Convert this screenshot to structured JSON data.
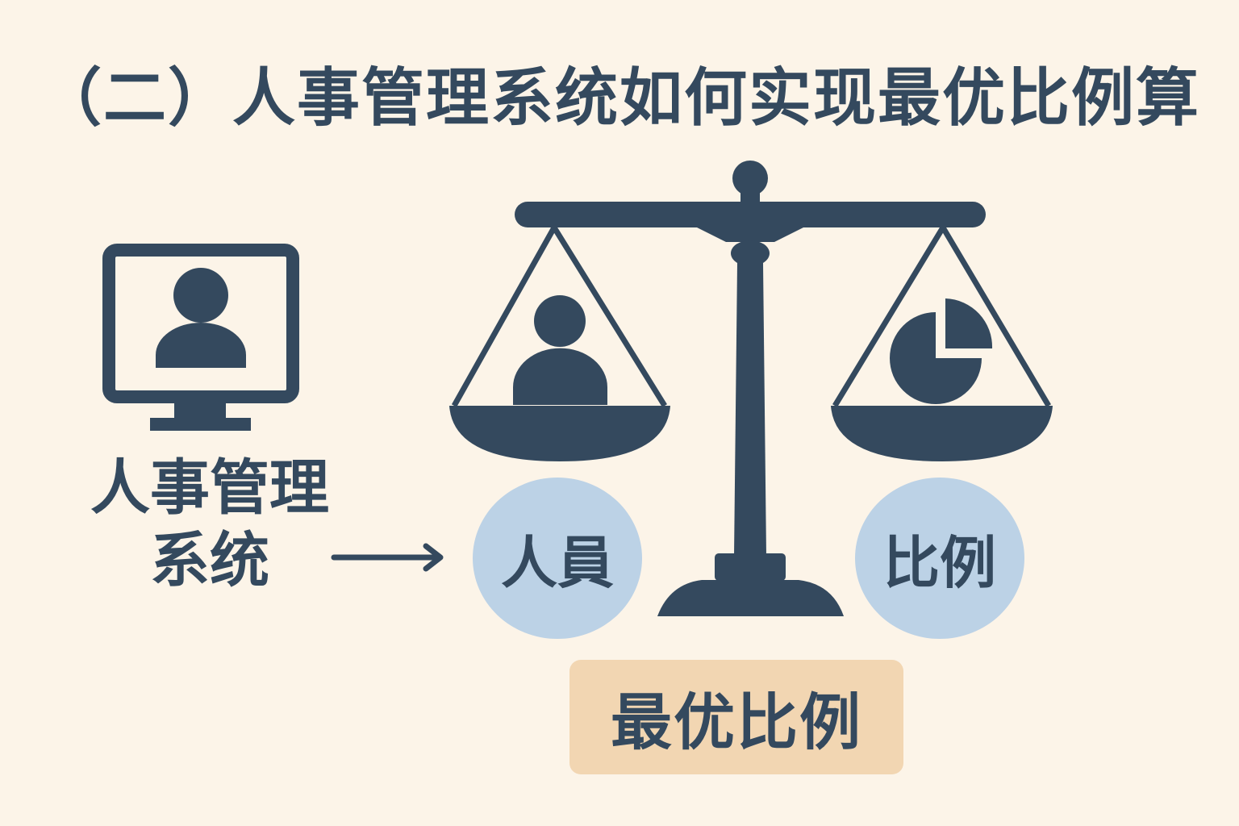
{
  "title": "（二）人事管理系统如何实现最优比例算",
  "system": {
    "label_line1": "人事管理",
    "label_line2": "系统",
    "icon": "monitor-user-icon"
  },
  "scale": {
    "icon": "balance-scale-icon",
    "left_pan_icon": "person-icon",
    "right_pan_icon": "pie-chart-icon"
  },
  "circles": {
    "left_label": "人員",
    "right_label": "比例"
  },
  "result": {
    "label": "最优比例"
  },
  "colors": {
    "background": "#fcf4e8",
    "primary": "#34495e",
    "circle": "#bcd2e6",
    "result_box": "#f2d6b2"
  }
}
